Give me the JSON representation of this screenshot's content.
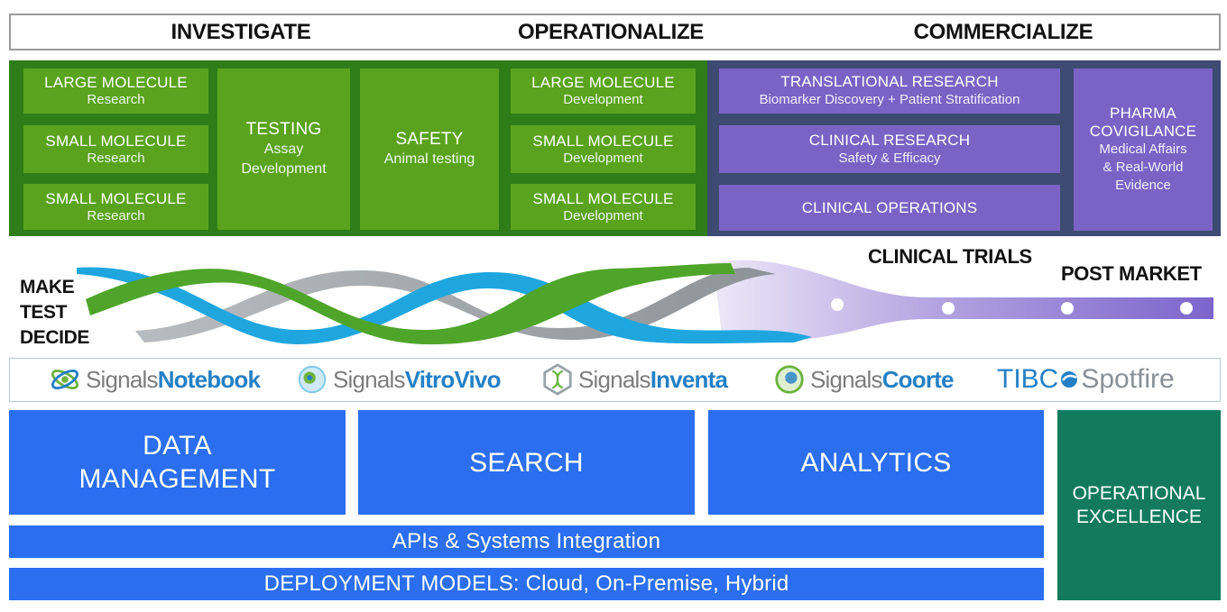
{
  "phases": [
    "INVESTIGATE",
    "OPERATIONALIZE",
    "COMMERCIALIZE"
  ],
  "research_stages": [
    {
      "title": "LARGE MOLECULE",
      "subtitle": "Research"
    },
    {
      "title": "SMALL MOLECULE",
      "subtitle": "Research"
    },
    {
      "title": "SMALL MOLECULE",
      "subtitle": "Research"
    },
    {
      "title": "TESTING",
      "subtitle": "Assay\nDevelopment"
    },
    {
      "title": "SAFETY",
      "subtitle": "Animal testing"
    },
    {
      "title": "LARGE MOLECULE",
      "subtitle": "Development"
    },
    {
      "title": "SMALL MOLECULE",
      "subtitle": "Development"
    },
    {
      "title": "SMALL MOLECULE",
      "subtitle": "Development"
    }
  ],
  "clinical_stages": [
    {
      "title": "TRANSLATIONAL RESEARCH",
      "subtitle": "Biomarker Discovery + Patient Stratification"
    },
    {
      "title": "CLINICAL RESEARCH",
      "subtitle": "Safety & Efficacy"
    },
    {
      "title": "CLINICAL OPERATIONS",
      "subtitle": ""
    },
    {
      "title": "PHARMA\nCOVIGILANCE",
      "subtitle": "Medical Affairs\n& Real-World\nEvidence"
    }
  ],
  "helix_labels": {
    "left": "MAKE\nTEST\nDECIDE",
    "clinical_trials": "CLINICAL TRIALS",
    "post_market": "POST MARKET"
  },
  "products": [
    {
      "prefix": "Signals",
      "name": "Notebook"
    },
    {
      "prefix": "Signals",
      "name": "VitroVivo"
    },
    {
      "prefix": "Signals",
      "name": "Inventa"
    },
    {
      "prefix": "Signals",
      "name": "Coorte"
    },
    {
      "prefix": "TIBC",
      "name": "Spotfire"
    }
  ],
  "capabilities": [
    "DATA\nMANAGEMENT",
    "SEARCH",
    "ANALYTICS"
  ],
  "integration": "APIs & Systems Integration",
  "deployment": "DEPLOYMENT MODELS: Cloud, On-Premise, Hybrid",
  "operational": "OPERATIONAL\nEXCELLENCE",
  "colors": {
    "green_dark": "#2e7d18",
    "green": "#5aa31e",
    "purple": "#7a63c4",
    "slate": "#3d4b72",
    "blue": "#2b6ef0",
    "teal": "#137a5e",
    "logo_blue": "#2480c6"
  }
}
